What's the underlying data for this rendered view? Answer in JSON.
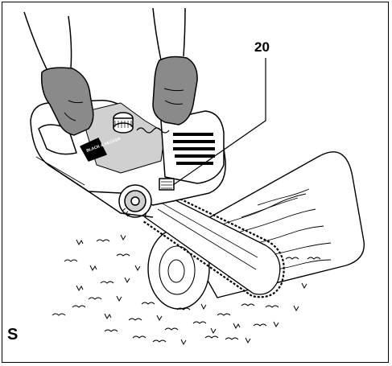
{
  "figure": {
    "callout_number": "20",
    "panel_letter": "S",
    "brand_badge": "BLACK & DECKER"
  },
  "colors": {
    "ink": "#000000",
    "glove": "#8a8a8a",
    "body_shade": "#d0d0d0",
    "paper": "#ffffff"
  }
}
